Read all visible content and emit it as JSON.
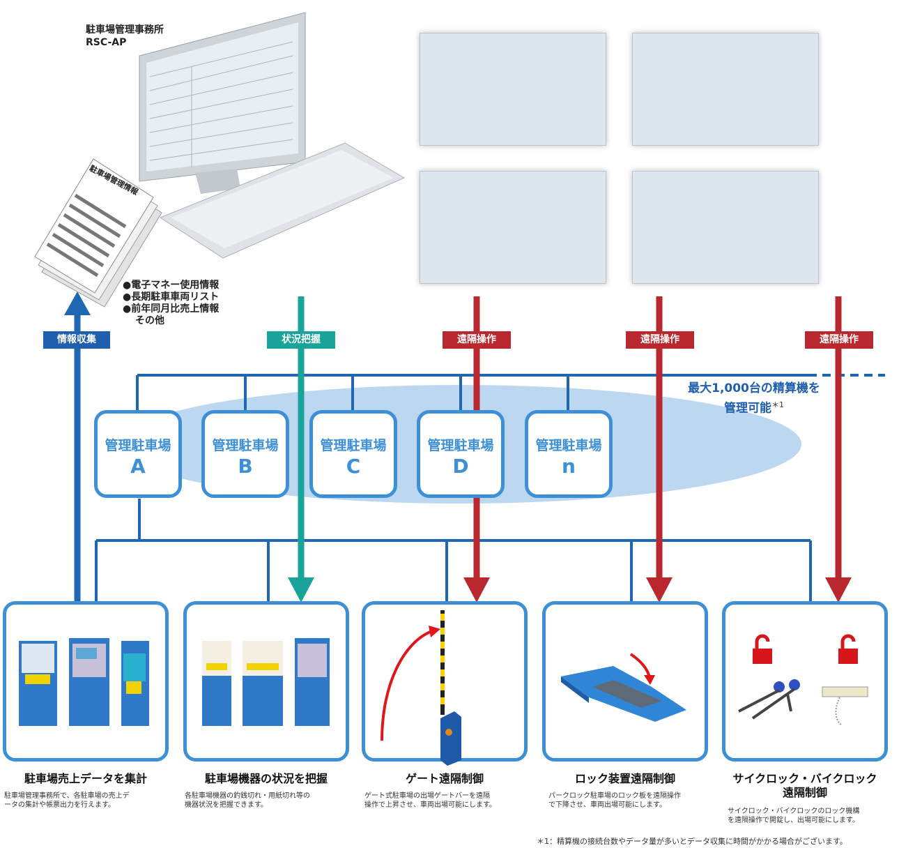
{
  "office": {
    "line1": "駐車場管理事務所",
    "line2": "RSC-AP"
  },
  "document_label": "駐車場管理情報",
  "info_items": [
    "●電子マネー使用情報",
    "●長期駐車車両リスト",
    "●前年同月比売上情報",
    "その他"
  ],
  "tags": {
    "collect": "情報収集",
    "status": "状況把握",
    "remote1": "遠隔操作",
    "remote2": "遠隔操作",
    "remote3": "遠隔操作"
  },
  "capacity_note": {
    "line1": "最大1,000台の精算機を",
    "line2": "管理可能",
    "mark": "＊1"
  },
  "lots": [
    {
      "label": "管理駐車場",
      "id": "A"
    },
    {
      "label": "管理駐車場",
      "id": "B"
    },
    {
      "label": "管理駐車場",
      "id": "C"
    },
    {
      "label": "管理駐車場",
      "id": "D"
    },
    {
      "label": "管理駐車場",
      "id": "n"
    }
  ],
  "features": [
    {
      "title": "駐車場売上データを集計",
      "desc1": "駐車場管理事務所で、各駐車場の売上デ",
      "desc2": "ータの集計や帳票出力を行えます。"
    },
    {
      "title": "駐車場機器の状況を把握",
      "desc1": "各駐車場機器の釣銭切れ・用紙切れ等の",
      "desc2": "機器状況を把握できます。"
    },
    {
      "title": "ゲート遠隔制御",
      "desc1": "ゲート式駐車場の出場ゲートバーを遠隔",
      "desc2": "操作で上昇させ、車両出場可能にします。"
    },
    {
      "title": "ロック装置遠隔制御",
      "desc1": "パークロック駐車場のロック板を遠隔操作",
      "desc2": "で下降させ、車両出場可能にします。"
    },
    {
      "title": "サイクロック・バイクロック",
      "title2": "遠隔制御",
      "desc1": "サイクロック・バイクロックのロック機構",
      "desc2": "を遠隔操作で開錠し、出場可能にします。"
    }
  ],
  "footnote": "＊1：精算機の接続台数やデータ量が多いとデータ収集に時間がかかる場合がございます。",
  "colors": {
    "blue": "#1f5fae",
    "line": "#3d8fd6",
    "teal": "#1aa39a",
    "red": "#b8282e",
    "ellipse": "#bcd8f0"
  }
}
